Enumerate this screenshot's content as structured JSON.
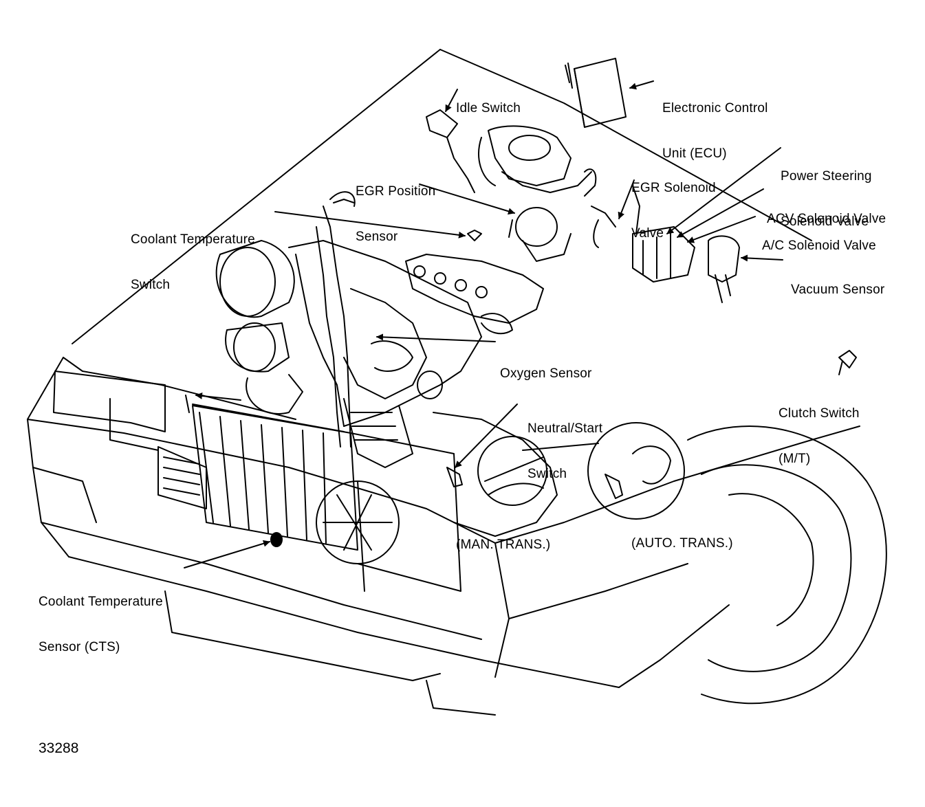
{
  "figure_number": "33288",
  "labels": {
    "idle_switch": [
      "Idle Switch"
    ],
    "ecu": [
      "Electronic Control",
      "Unit (ECU)"
    ],
    "egr_position_sensor": [
      "EGR Position",
      "Sensor"
    ],
    "egr_solenoid_valve": [
      "EGR Solenoid",
      "Valve"
    ],
    "power_steering_solenoid": [
      "Power Steering",
      "Solenoid Valve"
    ],
    "acv_solenoid": [
      "ACV Solenoid Valve"
    ],
    "ac_solenoid": [
      "A/C Solenoid Valve"
    ],
    "vacuum_sensor": [
      "Vacuum Sensor"
    ],
    "coolant_temperature_switch": [
      "Coolant Temperature",
      "Switch"
    ],
    "oxygen_sensor": [
      "Oxygen Sensor"
    ],
    "clutch_switch": [
      "Clutch Switch",
      "(M/T)"
    ],
    "neutral_start_switch": [
      "Neutral/Start",
      "Switch"
    ],
    "man_trans": [
      "(MAN. TRANS.)"
    ],
    "auto_trans": [
      "(AUTO. TRANS.)"
    ],
    "coolant_temperature_sensor": [
      "Coolant Temperature",
      "Sensor (CTS)"
    ]
  }
}
